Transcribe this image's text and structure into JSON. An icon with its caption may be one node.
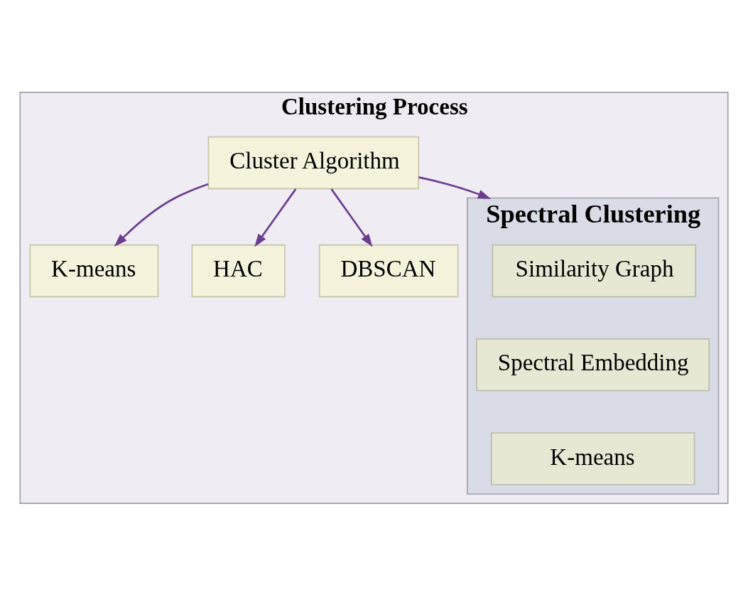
{
  "diagram": {
    "nodes": [
      {
        "text": [
          "Clustering Process"
        ]
      },
      {
        "text": [
          "Cluster Algorithm"
        ],
        "in": 0
      },
      {
        "text": [
          "K-means"
        ],
        "in": 0
      },
      {
        "text": [
          "HAC"
        ],
        "in": 0
      },
      {
        "text": [
          "DBSCAN"
        ],
        "in": 0
      },
      {
        "text": [
          "Spectral Clustering"
        ],
        "in": 0
      },
      {
        "text": [
          "Similarity Graph"
        ],
        "in": 5
      },
      {
        "text": [
          "Spectral Embedding"
        ],
        "in": 5
      },
      {
        "text": [
          "K-means"
        ],
        "in": 5
      }
    ],
    "edges": [
      {
        "from": 1,
        "to": 2,
        "arrow": "to"
      },
      {
        "from": 1,
        "to": 3,
        "arrow": "to"
      },
      {
        "from": 1,
        "to": 4,
        "arrow": "to"
      },
      {
        "from": 1,
        "to": 5,
        "arrow": "to"
      }
    ]
  }
}
